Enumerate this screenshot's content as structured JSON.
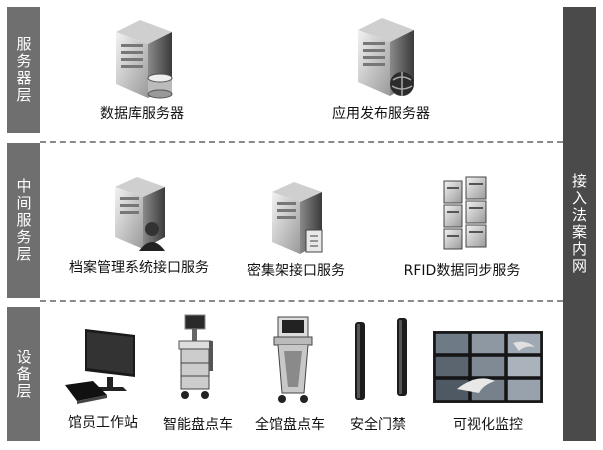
{
  "layers": {
    "server": "服务器层",
    "middle": "中间服务层",
    "device": "设备层"
  },
  "side_label": "接入法案内网",
  "server_layer": {
    "db_server": "数据库服务器",
    "app_server": "应用发布服务器"
  },
  "middle_layer": {
    "archive_interface": "档案管理系统接口服务",
    "shelf_interface": "密集架接口服务",
    "rfid_sync": "RFID数据同步服务"
  },
  "device_layer": {
    "workstation": "馆员工作站",
    "smart_cart": "智能盘点车",
    "full_cart": "全馆盘点车",
    "security_gate": "安全门禁",
    "video_monitor": "可视化监控"
  }
}
